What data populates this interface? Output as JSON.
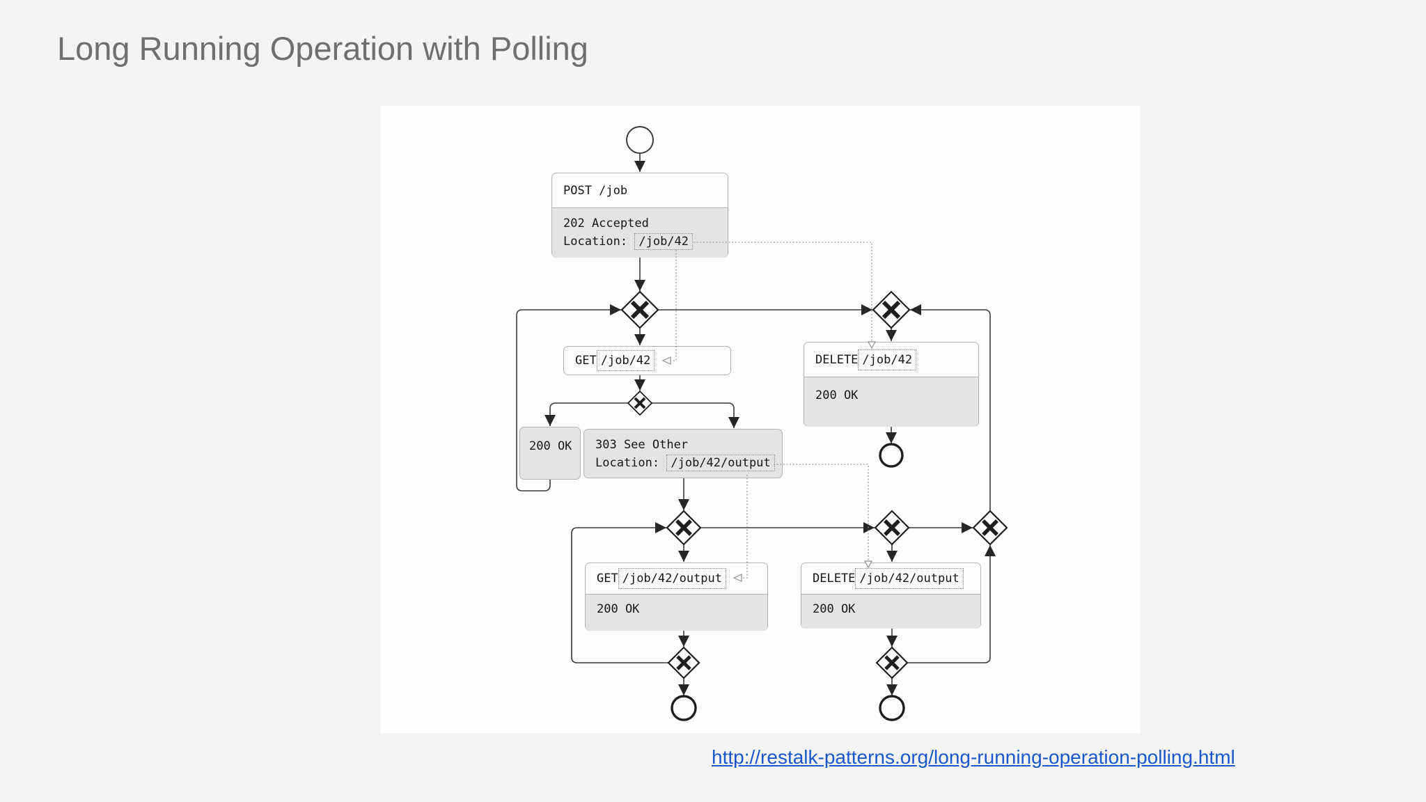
{
  "page": {
    "title": "Long Running Operation with Polling",
    "source_link": "http://restalk-patterns.org/long-running-operation-polling.html"
  },
  "colors": {
    "page_background": "#f4f4f4",
    "panel_background": "#fdfdfd",
    "task_body_fill": "#e4e4e4",
    "task_border": "#b3b3b3",
    "sequence_flow_line": "#3a3a3a",
    "data_association_line": "#9a9a9a",
    "link_blue": "#1a56cc",
    "title_gray": "#6f6f6f"
  },
  "diagram": {
    "tasks": {
      "post_job": {
        "title": "POST /job",
        "response_status": "202 Accepted",
        "response_header_label": "Location: ",
        "response_header_value": "/job/42"
      },
      "get_job": {
        "method_label": "GET ",
        "resource": "/job/42"
      },
      "delete_job": {
        "method_label": "DELETE ",
        "resource": "/job/42",
        "response_status": "200 OK"
      },
      "poll_ok": {
        "status": "200 OK"
      },
      "poll_see_other": {
        "status": "303 See Other",
        "location_label": "Location: ",
        "location_value": "/job/42/output"
      },
      "get_output": {
        "method_label": "GET ",
        "resource": "/job/42/output",
        "response_status": "200 OK"
      },
      "delete_output": {
        "method_label": "DELETE ",
        "resource": "/job/42/output",
        "response_status": "200 OK"
      }
    },
    "gateways": {
      "type": "exclusive",
      "symbol": "X",
      "count": 8
    },
    "events": {
      "start": 1,
      "end": 3
    }
  }
}
